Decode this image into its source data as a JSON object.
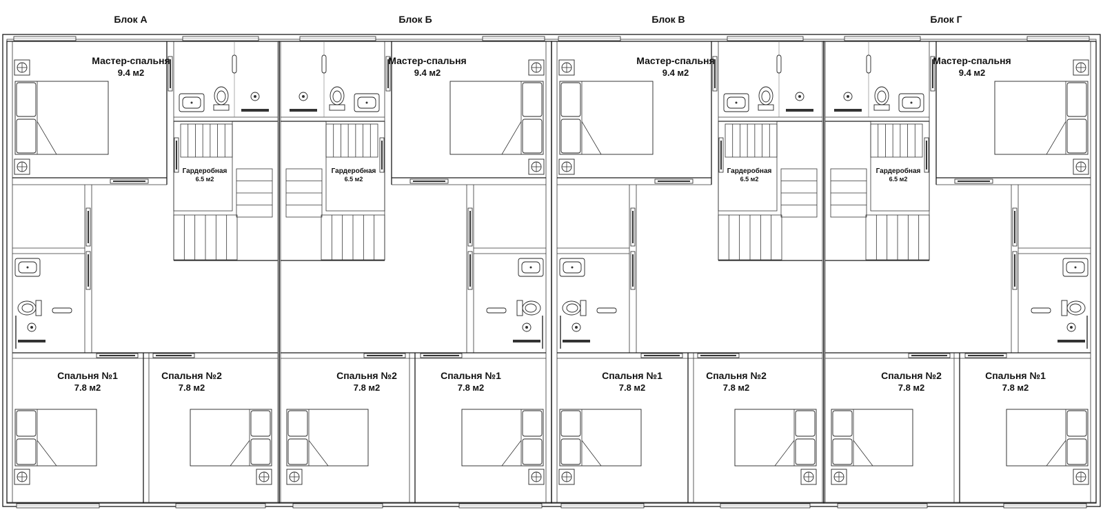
{
  "blocks": [
    {
      "title": "Блок А",
      "mirror": false
    },
    {
      "title": "Блок Б",
      "mirror": true
    },
    {
      "title": "Блок В",
      "mirror": false
    },
    {
      "title": "Блок Г",
      "mirror": true
    }
  ],
  "rooms": {
    "master_bedroom": {
      "name": "Мастер-спальня",
      "area": "9.4 м2"
    },
    "wardrobe": {
      "name": "Гардеробная",
      "area": "6.5 м2"
    },
    "bedroom_1": {
      "name": "Спальня №1",
      "area": "7.8 м2"
    },
    "bedroom_2": {
      "name": "Спальня №2",
      "area": "7.8 м2"
    }
  },
  "colors": {
    "line": "#1a1a1a",
    "background": "#ffffff"
  }
}
